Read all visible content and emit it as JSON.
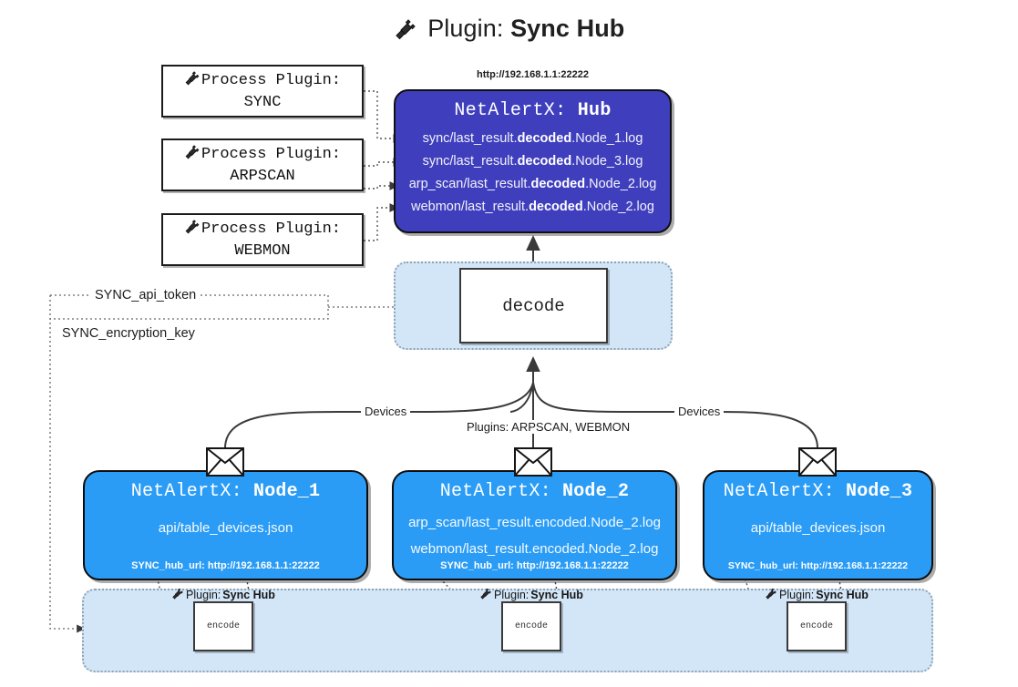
{
  "title": {
    "prefix": "Plugin:",
    "name": "Sync Hub",
    "icon": "plug-icon"
  },
  "process_plugins": [
    {
      "heading": "Process Plugin:",
      "name": "SYNC",
      "icon": "plug-icon"
    },
    {
      "heading": "Process Plugin:",
      "name": "ARPSCAN",
      "icon": "plug-icon"
    },
    {
      "heading": "Process Plugin:",
      "name": "WEBMON",
      "icon": "plug-icon"
    }
  ],
  "hub": {
    "url": "http://192.168.1.1:22222",
    "title_prefix": "NetAlertX:",
    "title_name": "Hub",
    "entries": [
      {
        "pre": "sync/last_result.",
        "bold": "decoded",
        "post": ".Node_1.log"
      },
      {
        "pre": "sync/last_result.",
        "bold": "decoded",
        "post": ".Node_3.log"
      },
      {
        "pre": "arp_scan/last_result.",
        "bold": "decoded",
        "post": ".Node_2.log"
      },
      {
        "pre": "webmon/last_result.",
        "bold": "decoded",
        "post": ".Node_2.log"
      }
    ]
  },
  "decode": {
    "label": "decode"
  },
  "tokens": {
    "api_token": "SYNC_api_token",
    "encryption_key": "SYNC_encryption_key"
  },
  "edge_labels": {
    "devices_left": "Devices",
    "devices_right": "Devices",
    "plugins_center": "Plugins: ARPSCAN, WEBMON"
  },
  "nodes": [
    {
      "title_prefix": "NetAlertX:",
      "title_name": "Node_1",
      "lines": [
        "api/table_devices.json"
      ],
      "footer": "SYNC_hub_url: http://192.168.1.1:22222",
      "envelope_icon": "envelope-icon"
    },
    {
      "title_prefix": "NetAlertX:",
      "title_name": "Node_2",
      "lines": [
        "arp_scan/last_result.encoded.Node_2.log",
        "webmon/last_result.encoded.Node_2.log"
      ],
      "footer": "SYNC_hub_url: http://192.168.1.1:22222",
      "envelope_icon": "envelope-icon"
    },
    {
      "title_prefix": "NetAlertX:",
      "title_name": "Node_3",
      "lines": [
        "api/table_devices.json"
      ],
      "footer": "SYNC_hub_url: http://192.168.1.1:22222",
      "envelope_icon": "envelope-icon"
    }
  ],
  "encoders": [
    {
      "label_prefix": "Plugin:",
      "label_name": "Sync Hub",
      "box_label": "encode",
      "icon": "plug-icon"
    },
    {
      "label_prefix": "Plugin:",
      "label_name": "Sync Hub",
      "box_label": "encode",
      "icon": "plug-icon"
    },
    {
      "label_prefix": "Plugin:",
      "label_name": "Sync Hub",
      "box_label": "encode",
      "icon": "plug-icon"
    }
  ],
  "colors": {
    "hub": "#3f3fbe",
    "node": "#2b9cf5",
    "container": "#d3e6f8",
    "stroke": "#3a3a3a",
    "background": "#ffffff"
  }
}
